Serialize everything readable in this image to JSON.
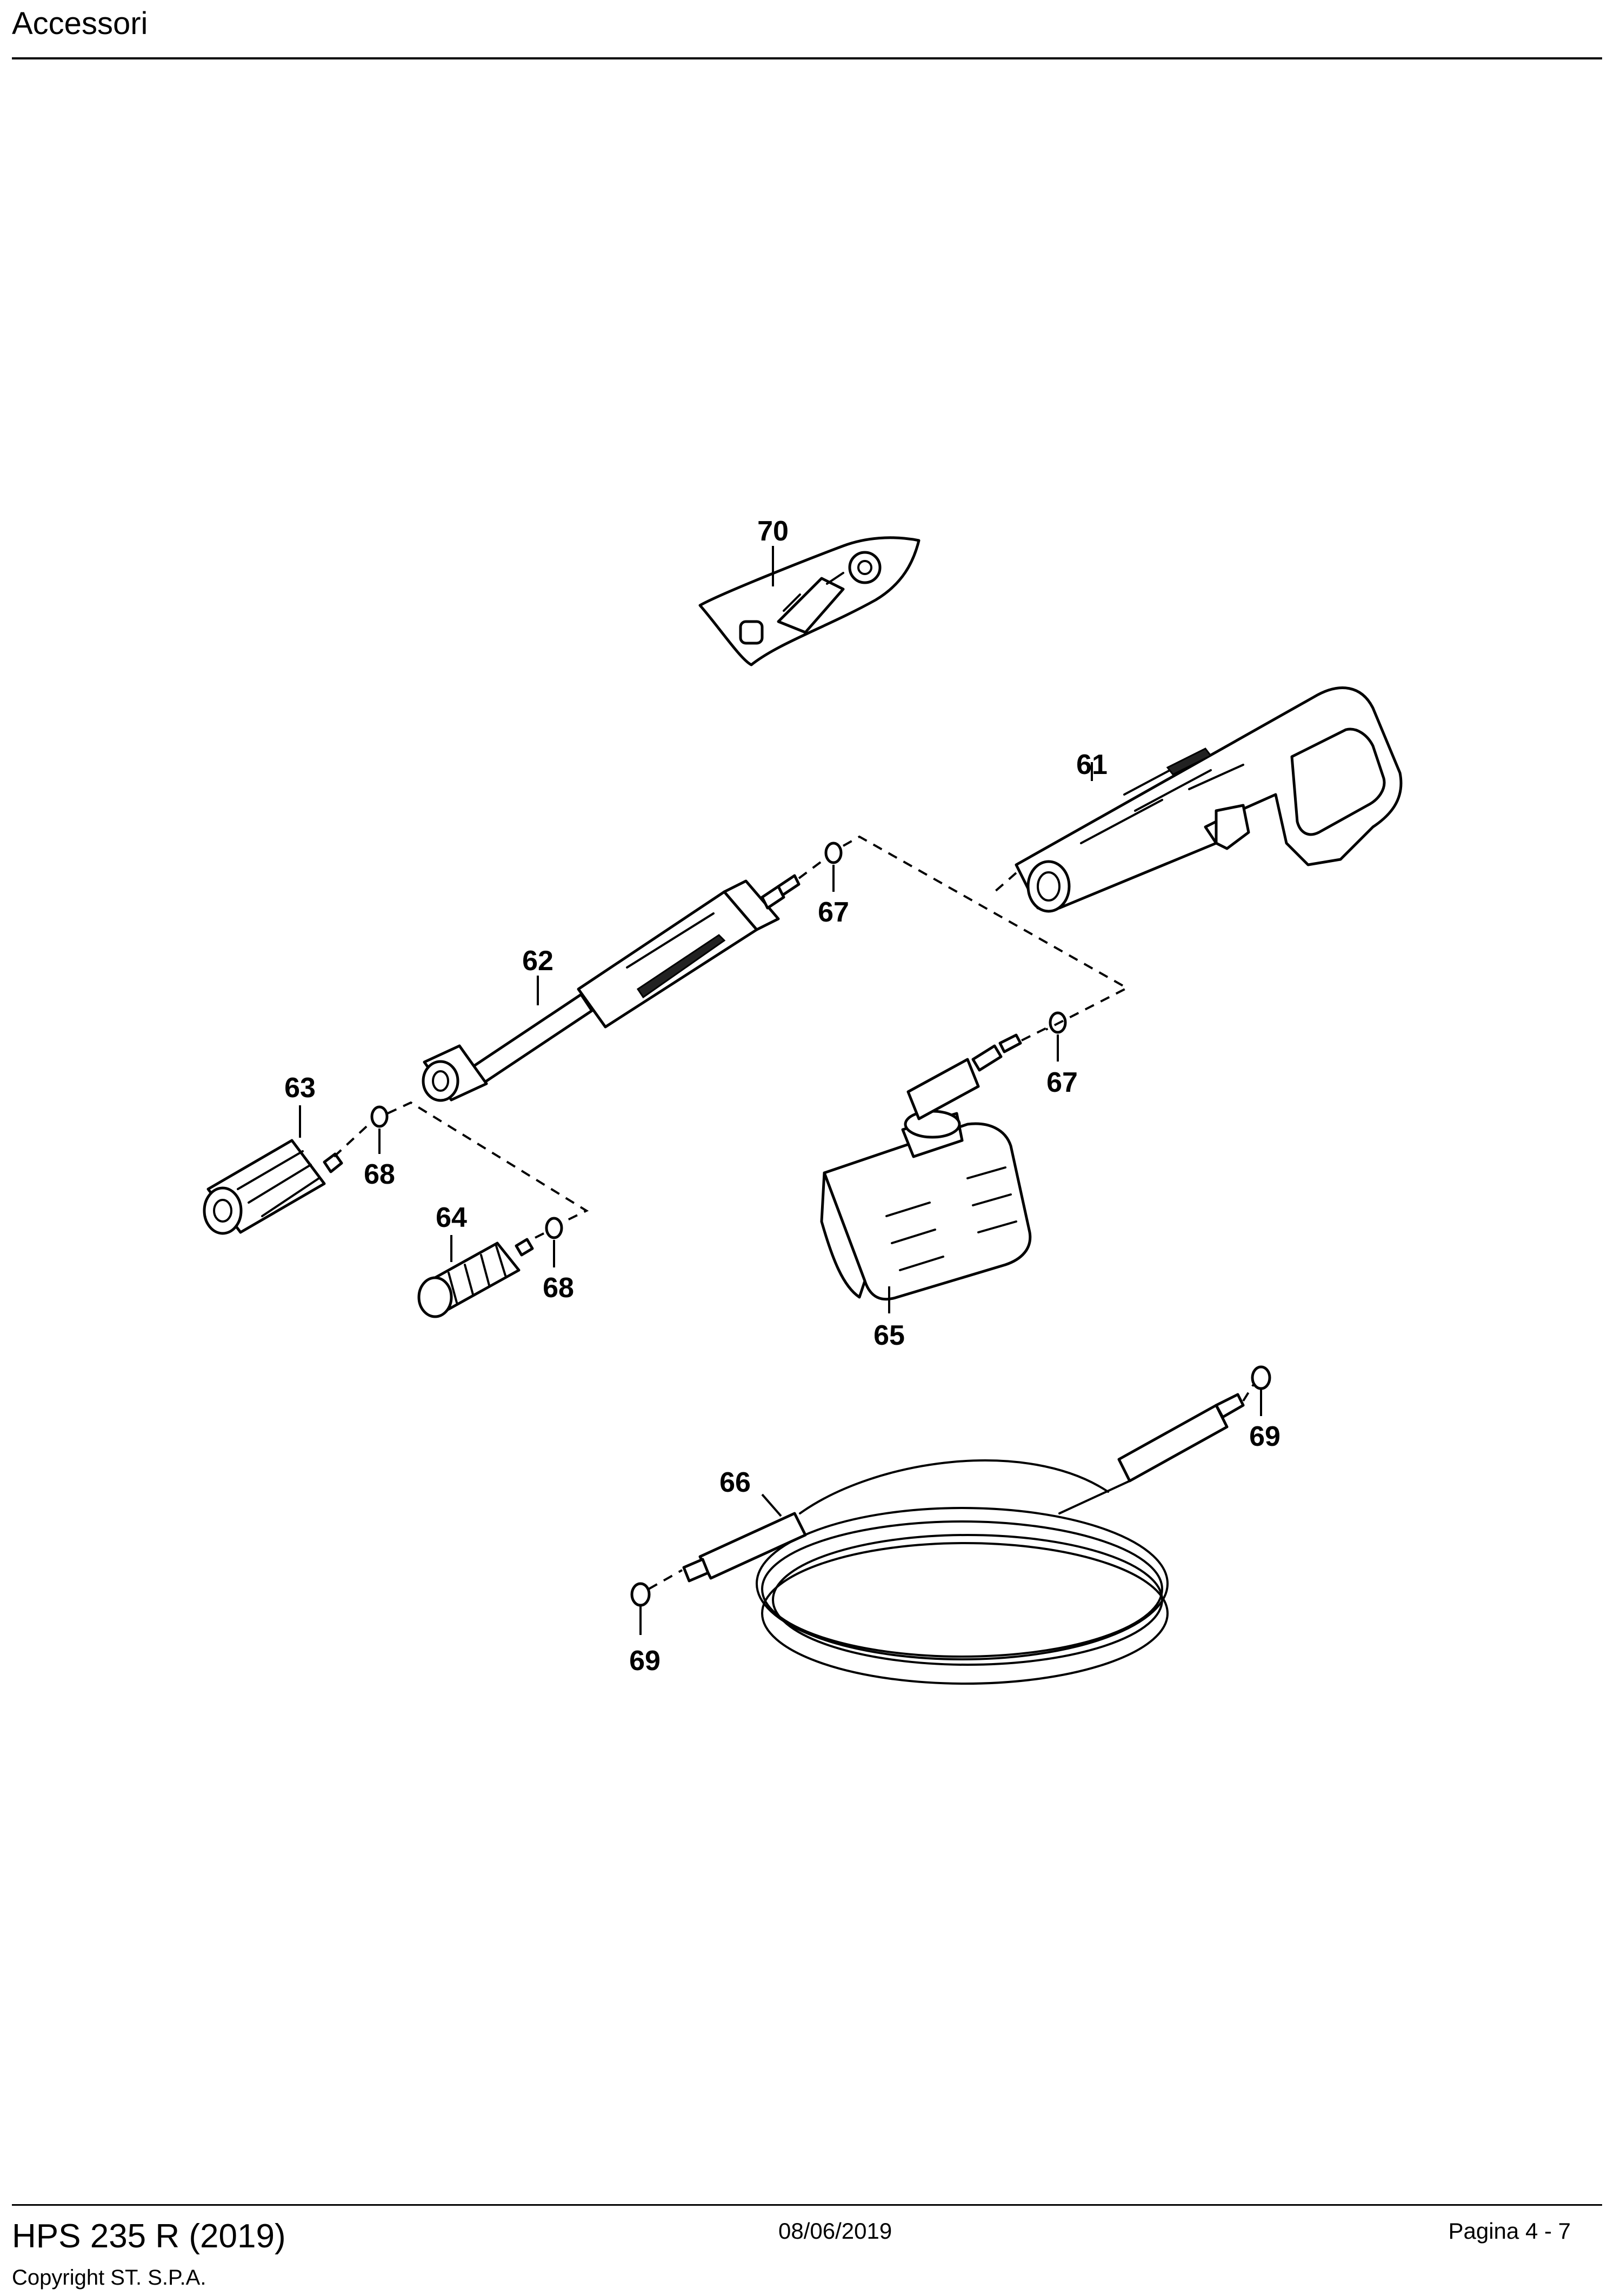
{
  "header": {
    "title": "Accessori"
  },
  "footer": {
    "model": "HPS 235 R (2019)",
    "copyright": "Copyright ST. S.P.A.",
    "date": "08/06/2019",
    "page": "Pagina 4 - 7"
  },
  "callouts": {
    "c61": "61",
    "c62": "62",
    "c63": "63",
    "c64": "64",
    "c65": "65",
    "c66": "66",
    "c67a": "67",
    "c67b": "67",
    "c68a": "68",
    "c68b": "68",
    "c69a": "69",
    "c69b": "69",
    "c70": "70"
  }
}
